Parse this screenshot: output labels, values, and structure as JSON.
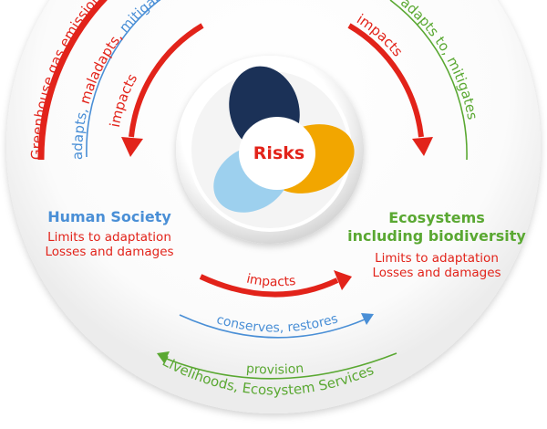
{
  "colors": {
    "red": "#e2231a",
    "blue": "#4a8fd6",
    "green": "#5aa832",
    "navy": "#1b3157",
    "orange": "#f2a600",
    "lightblue": "#9dd0ee"
  },
  "center": {
    "label": "Risks"
  },
  "left_arcs": {
    "emissions": "Greenhouse gas emissions",
    "adapts_1": "adapts, ",
    "adapts_2": "maladapts, ",
    "adapts_3": "mitigates",
    "impacts": "impacts"
  },
  "right_arcs": {
    "impacts": "impacts",
    "adapts": "adapts to, mitigates"
  },
  "human": {
    "title": "Human Society",
    "line1": "Limits to adaptation",
    "line2": "Losses and damages"
  },
  "ecosystems": {
    "title1": "Ecosystems",
    "title2": "including biodiversity",
    "line1": "Limits to adaptation",
    "line2": "Losses and damages"
  },
  "bottom_arcs": {
    "impacts": "impacts",
    "conserves": "conserves, restores",
    "provision": "provision",
    "livelihoods": "Livelihoods, Ecosystem Services"
  }
}
